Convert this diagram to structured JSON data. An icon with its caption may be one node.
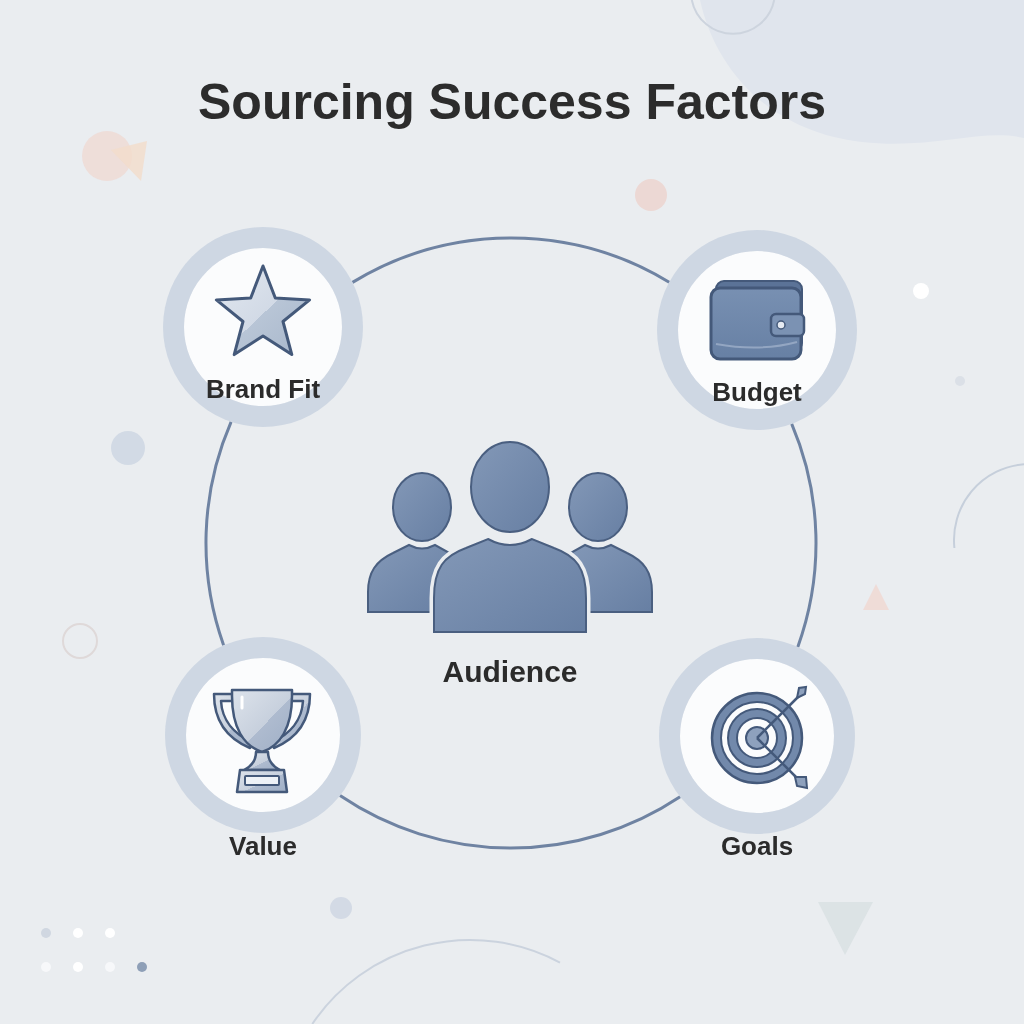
{
  "diagram": {
    "title": "Sourcing Success Factors",
    "nodes": [
      {
        "text": [
          "Brand Fit"
        ]
      },
      {
        "text": [
          "Budget"
        ]
      },
      {
        "text": [
          "Audience"
        ]
      },
      {
        "text": [
          "Value"
        ]
      },
      {
        "text": [
          "Goals"
        ]
      }
    ],
    "edges": [
      {
        "from": 0,
        "to": 1,
        "arrow": "none"
      },
      {
        "from": 1,
        "to": 4,
        "arrow": "none"
      },
      {
        "from": 3,
        "to": 4,
        "arrow": "none"
      },
      {
        "from": 0,
        "to": 3,
        "arrow": "none"
      }
    ]
  }
}
